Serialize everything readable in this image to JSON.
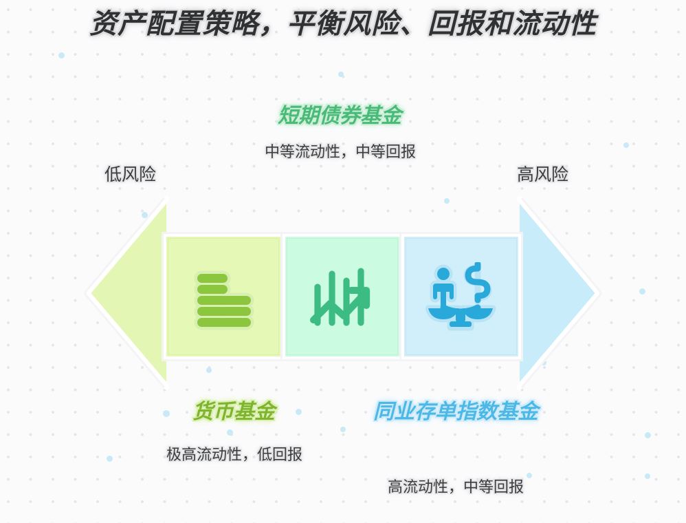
{
  "page": {
    "title": "资产配置策略，平衡风险、回报和流动性",
    "background_color": "#fbfbfc",
    "dot_color": "#e6e6ea"
  },
  "axis": {
    "left_label": "低风险",
    "right_label": "高风险"
  },
  "arrow": {
    "left_head_color": "#e4f6b4",
    "right_head_color": "#c8ecf9",
    "outline_color": "#ffffff"
  },
  "segments": [
    {
      "id": "money-market-fund",
      "name": "货币基金",
      "description": "极高流动性，低回报",
      "fill_color": "#e6f8b5",
      "icon": "coin-stack-icon",
      "icon_color": "#8cc63e",
      "name_color": "#7fb52e",
      "position": "below"
    },
    {
      "id": "short-term-bond-fund",
      "name": "短期债券基金",
      "description": "中等流动性，中等回报",
      "fill_color": "#cbfbe0",
      "icon": "growth-chart-icon",
      "icon_color": "#3cbc82",
      "name_color": "#4aba79",
      "position": "above"
    },
    {
      "id": "interbank-cd-index-fund",
      "name": "同业存单指数基金",
      "description": "高流动性，中等回报",
      "fill_color": "#d1effa",
      "icon": "balance-scale-icon",
      "icon_color": "#29a9d9",
      "name_color": "#4cb8e6",
      "position": "below"
    }
  ]
}
